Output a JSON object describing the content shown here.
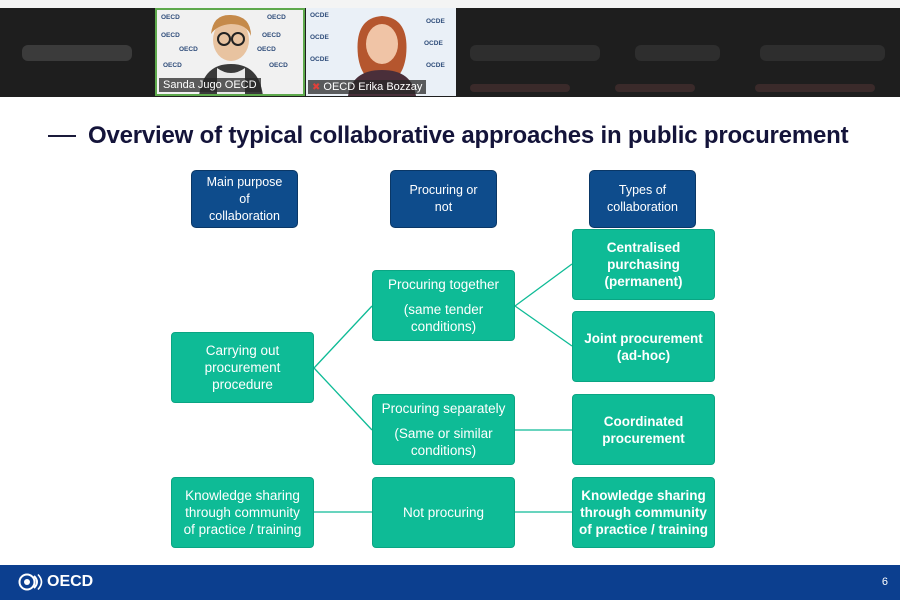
{
  "video": {
    "participants": [
      {
        "name": "Sanda Jugo OECD",
        "muted": false,
        "watermark": "OECD"
      },
      {
        "name": "OECD Erika Bozzay",
        "muted": true,
        "watermark": "OCDE"
      }
    ]
  },
  "slide": {
    "title": "Overview of typical collaborative approaches in public procurement",
    "headers": [
      [
        "Main purpose",
        "of",
        "collaboration"
      ],
      [
        "Procuring or",
        "not"
      ],
      [
        "Types of",
        "collaboration"
      ]
    ],
    "nodes": {
      "carrying": [
        "Carrying out",
        "procurement",
        "procedure"
      ],
      "together": [
        "Procuring together",
        "(same tender",
        "conditions)"
      ],
      "separately": [
        "Procuring separately",
        "(Same or similar",
        "conditions)"
      ],
      "centralised": [
        "Centralised",
        "purchasing",
        "(permanent)"
      ],
      "joint": [
        "Joint procurement",
        "(ad-hoc)"
      ],
      "coordinated": [
        "Coordinated",
        "procurement"
      ],
      "knowledge_left": [
        "Knowledge sharing",
        "through community",
        "of practice / training"
      ],
      "not_procuring": [
        "Not procuring"
      ],
      "knowledge_right": [
        "Knowledge sharing",
        "through community",
        "of practice / training"
      ]
    },
    "footer": {
      "logo": "OECD",
      "page_number": "6"
    }
  },
  "colors": {
    "header_blue": "#0e4c8c",
    "teal": "#0ebb96",
    "footer_blue": "#0c3f8f",
    "title": "#14143a"
  }
}
